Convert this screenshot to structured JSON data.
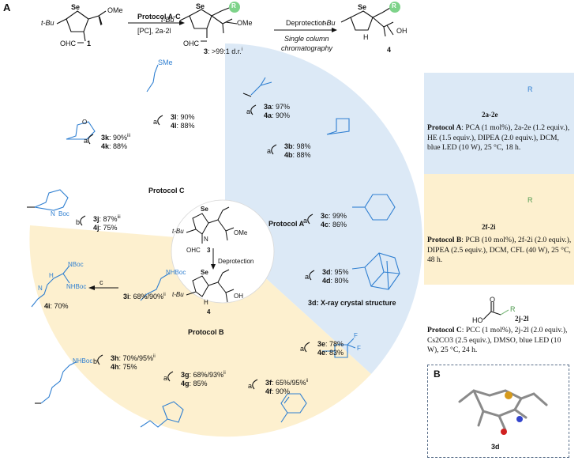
{
  "header": {
    "panel_label": "A",
    "start_compound": "1",
    "start_group1": "t-Bu",
    "start_group2": "OHC",
    "start_ester": "OMe",
    "protocol_label": "Protocol A-C",
    "reagents_label": "[PC], 2a-2l",
    "intermediate_number": "3",
    "intermediate_dr": ": >99:1 d.r.",
    "intermediate_dr_sup": "i",
    "intermediate_ester": "OMe",
    "deprotection_label": "Deprotection",
    "chromatography_line1": "Single column",
    "chromatography_line2": "chromatography",
    "final_compound": "4",
    "final_acid": "OH",
    "final_nh": "H",
    "r_label": "R",
    "se_label": "Se"
  },
  "wheel": {
    "protocol_a": "Protocol A",
    "protocol_b": "Protocol B",
    "protocol_c": "Protocol C",
    "center_top_compound": "3",
    "center_bottom_compound": "4",
    "center_deprotection": "Deprotection",
    "center_tbu": "t-Bu",
    "center_ohc": "OHC",
    "center_ome": "OMe",
    "center_oh": "OH",
    "center_h": "H",
    "center_n": "N",
    "center_se": "Se",
    "xray_caption": "3d: X-ray crystal structure"
  },
  "entries": [
    {
      "id": "3a",
      "v3": ": 97%",
      "id4": "4a",
      "v4": ": 90%",
      "step": "a"
    },
    {
      "id": "3b",
      "v3": ": 98%",
      "id4": "4b",
      "v4": ": 88%",
      "step": "a"
    },
    {
      "id": "3c",
      "v3": ": 99%",
      "id4": "4c",
      "v4": ": 86%",
      "step": "a"
    },
    {
      "id": "3d",
      "v3": ": 95%",
      "id4": "4d",
      "v4": ": 80%",
      "step": "a"
    },
    {
      "id": "3e",
      "v3": ": 78%",
      "id4": "4e",
      "v4": ": 83%",
      "step": "a"
    },
    {
      "id": "3f",
      "v3": ": 65%/95%",
      "sup": "ii",
      "id4": "4f",
      "v4": ": 90%",
      "step": "a"
    },
    {
      "id": "3g",
      "v3": ": 68%/93%",
      "sup": "ii",
      "id4": "4g",
      "v4": ": 85%",
      "step": "a"
    },
    {
      "id": "3h",
      "v3": ": 70%/95%",
      "sup": "ii",
      "id4": "4h",
      "v4": ": 75%",
      "step": "b"
    },
    {
      "id": "3i",
      "v3": ": 68%/90%",
      "sup": "ii",
      "id4": "4i",
      "v4": ": 70%",
      "step": "c"
    },
    {
      "id": "3j",
      "v3": ": 87%",
      "sup": "iii",
      "id4": "4j",
      "v4": ": 75%",
      "step": "b"
    },
    {
      "id": "3k",
      "v3": ": 90%",
      "sup": "iii",
      "id4": "4k",
      "v4": ": 88%",
      "step": "a"
    },
    {
      "id": "3l",
      "v3": ": 90%",
      "id4": "4l",
      "v4": ": 88%",
      "step": "a"
    }
  ],
  "labels": {
    "sme": "SMe",
    "boc": "Boc",
    "nhboc": "NHBoc",
    "nboc": "NBoc",
    "n": "N",
    "h": "H",
    "f": "F",
    "o": "O"
  },
  "panel_a": {
    "reagent": "2a-2e",
    "r": "R",
    "title": "Protocol A",
    "text": ": PCA (1 mol%), 2a-2e (1.2 equiv.), HE (1.5 equiv.), DIPEA (2.0 equiv.), DCM, blue LED (10 W), 25 °C, 18 h."
  },
  "panel_b": {
    "reagent": "2f-2i",
    "r": "R",
    "title": "Protocol B",
    "text": ": PCB (10 mol%), 2f-2i (2.0 equiv.), DIPEA (2.5 equiv.), DCM, CFL (40 W), 25 °C, 48 h."
  },
  "panel_c": {
    "reagent": "2j-2l",
    "r": "R",
    "ho": "HO",
    "title": "Protocol C",
    "text": ": PCC (1 mol%), 2j-2l (2.0 equiv.), Cs2CO3 (2.5 equiv.), DMSO, blue LED (10 W), 25 °C, 24 h."
  },
  "xray": {
    "panel_label": "B",
    "caption": "3d"
  },
  "colors": {
    "protocol_a_bg": "#dce9f6",
    "protocol_b_bg": "#fdf0cf",
    "substituent": "#2f7fd1",
    "r_bubble": "#7ed38a"
  }
}
